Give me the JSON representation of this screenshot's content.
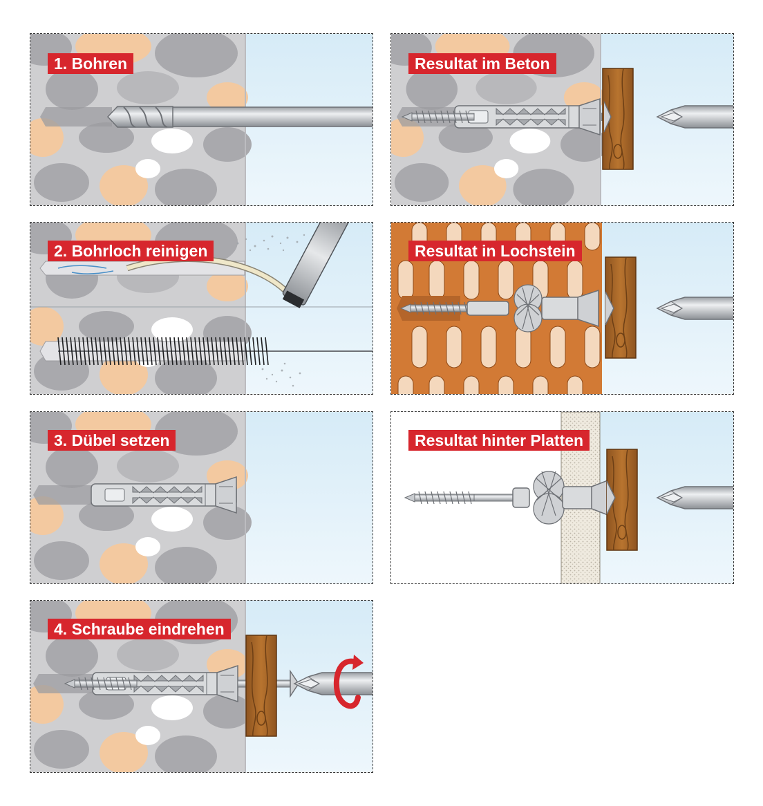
{
  "steps": {
    "drill": {
      "label": "1. Bohren"
    },
    "clean": {
      "label": "2. Bohrloch reinigen"
    },
    "set_anchor": {
      "label": "3. Dübel setzen"
    },
    "screw_in": {
      "label": "4. Schraube eindrehen"
    }
  },
  "results": {
    "concrete": {
      "label": "Resultat im Beton"
    },
    "perforated_brick": {
      "label": "Resultat in Lochstein"
    },
    "behind_panels": {
      "label": "Resultat hinter Platten"
    }
  },
  "colors": {
    "label_bg": "#d7262d",
    "label_text": "#ffffff",
    "concrete": "#cfcfd1",
    "stone_gray": "#a9a9ad",
    "stone_peach": "#f3c9a0",
    "stone_white": "#ffffff",
    "air": "#dfeff8",
    "brick": "#d27a35",
    "wood": "#a8662b",
    "metal": "#bfc2c6"
  },
  "icons": {
    "drill_bit": "drill-bit-icon",
    "anchor": "wall-plug-icon",
    "screw": "screw-icon",
    "screwdriver": "screwdriver-bit-icon",
    "rotation": "rotation-arrow-icon",
    "vacuum": "vacuum-nozzle-icon",
    "brush": "cleaning-brush-icon"
  }
}
